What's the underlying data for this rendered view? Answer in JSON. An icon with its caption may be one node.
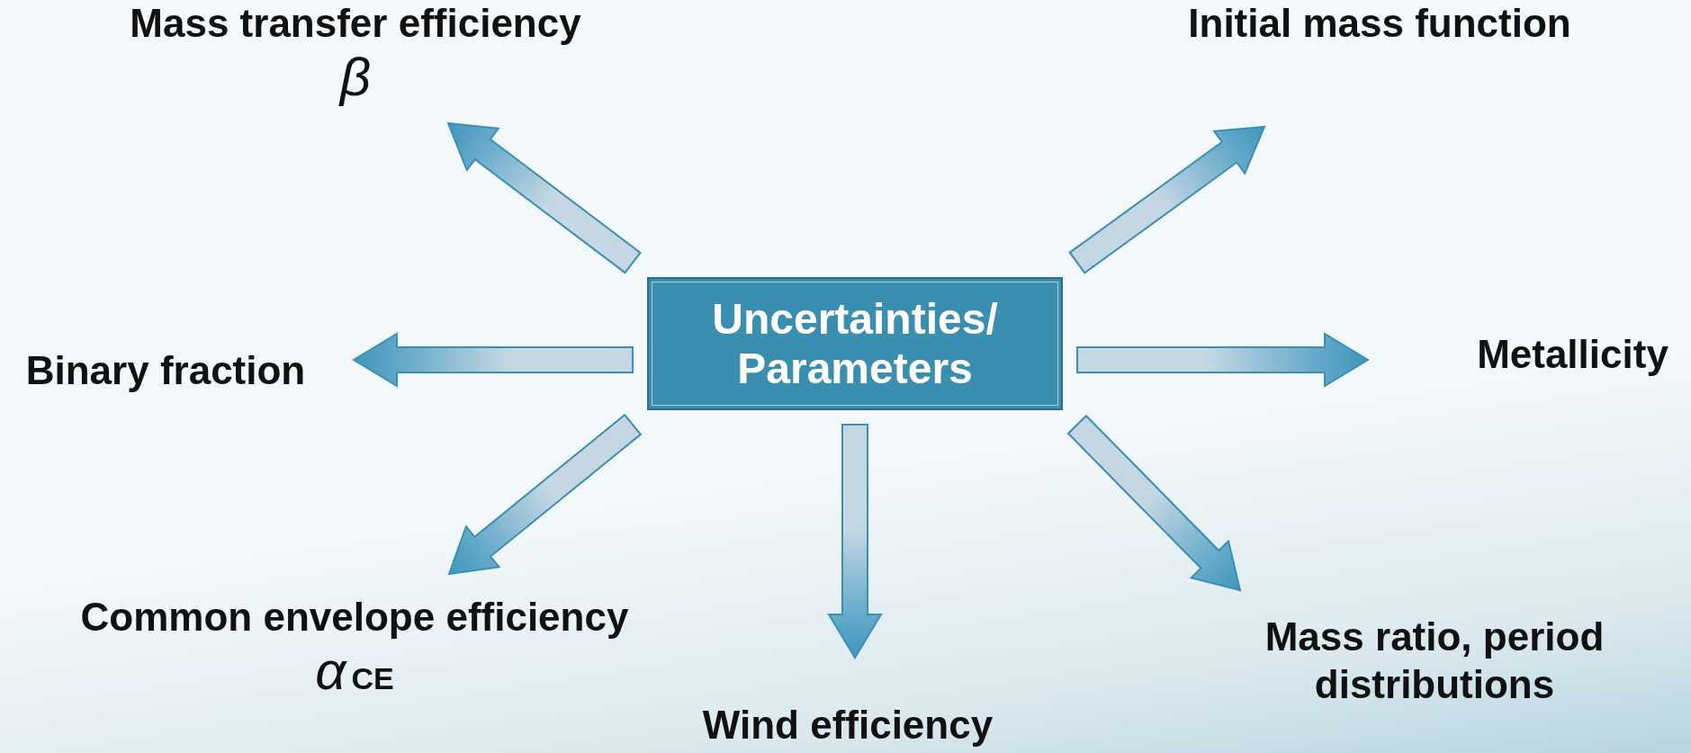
{
  "diagram": {
    "nodes": [
      {
        "text": [
          "Uncertainties/ Parameters"
        ]
      },
      {
        "text": [
          "Mass transfer efficiency",
          "β"
        ]
      },
      {
        "text": [
          "Initial mass function"
        ]
      },
      {
        "text": [
          "Binary fraction"
        ]
      },
      {
        "text": [
          "Metallicity"
        ]
      },
      {
        "text": [
          "Common envelope efficiency",
          "*α*$_{CE}$"
        ]
      },
      {
        "text": [
          "Wind efficiency"
        ]
      },
      {
        "text": [
          "Mass ratio, period distributions"
        ]
      }
    ],
    "edges": [
      {
        "from": 0,
        "to": 1,
        "arrow": "to"
      },
      {
        "from": 0,
        "to": 2,
        "arrow": "to"
      },
      {
        "from": 0,
        "to": 3,
        "arrow": "to"
      },
      {
        "from": 0,
        "to": 4,
        "arrow": "to"
      },
      {
        "from": 0,
        "to": 5,
        "arrow": "to"
      },
      {
        "from": 0,
        "to": 6,
        "arrow": "to"
      },
      {
        "from": 0,
        "to": 7,
        "arrow": "to"
      }
    ]
  }
}
